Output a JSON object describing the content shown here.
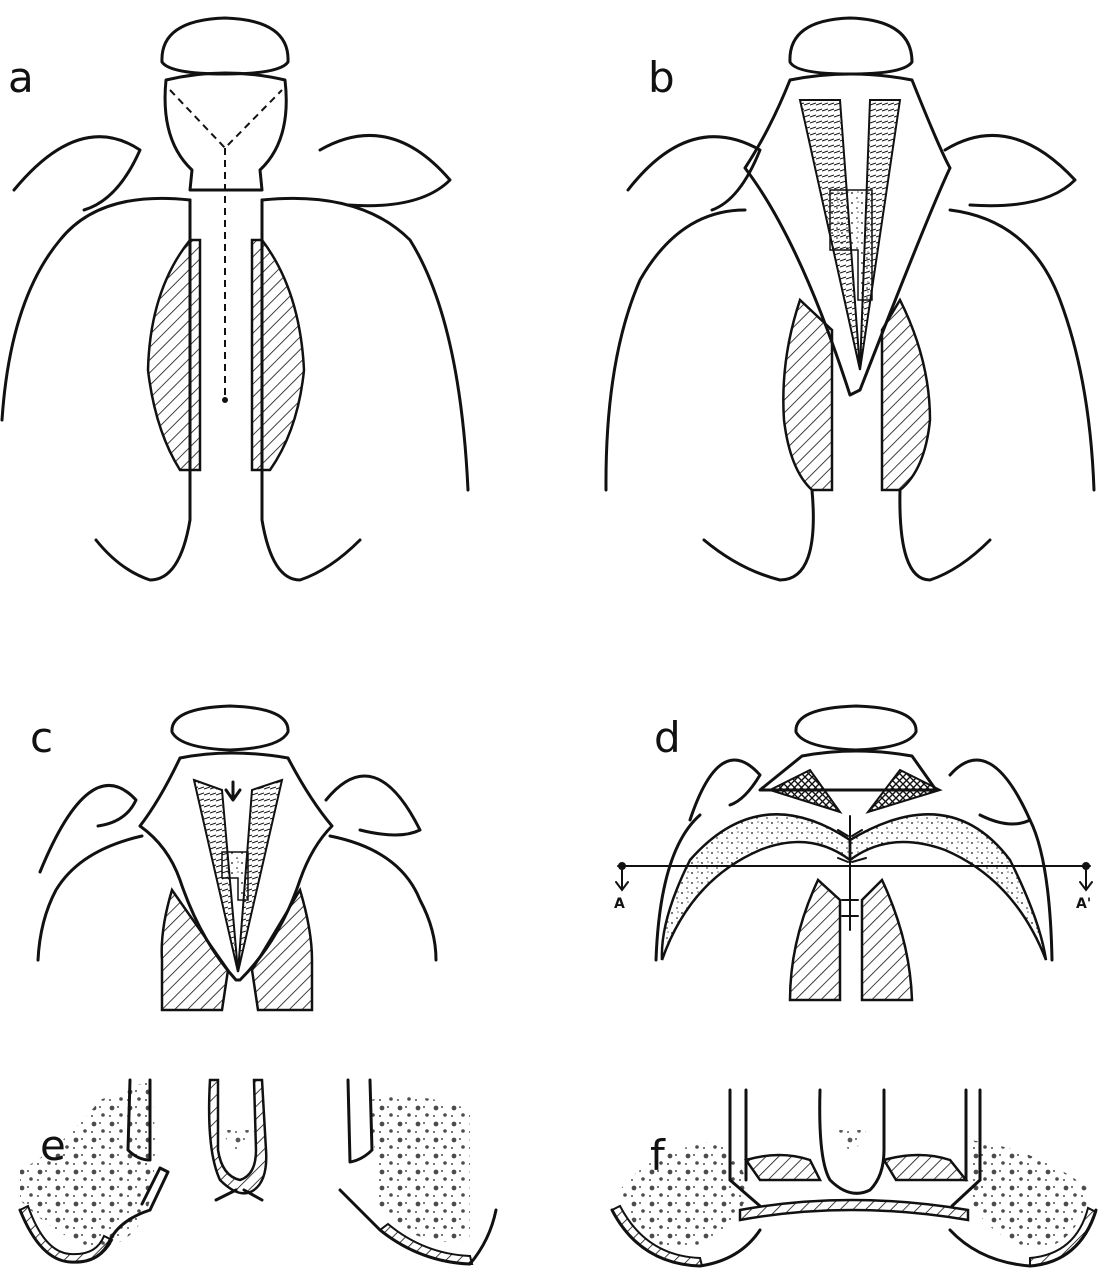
{
  "panels": {
    "a": {
      "label": "a"
    },
    "b": {
      "label": "b"
    },
    "c": {
      "label": "c"
    },
    "d": {
      "label": "d",
      "section_left": "A",
      "section_right": "A'"
    },
    "e": {
      "label": "e"
    },
    "f": {
      "label": "f"
    }
  }
}
